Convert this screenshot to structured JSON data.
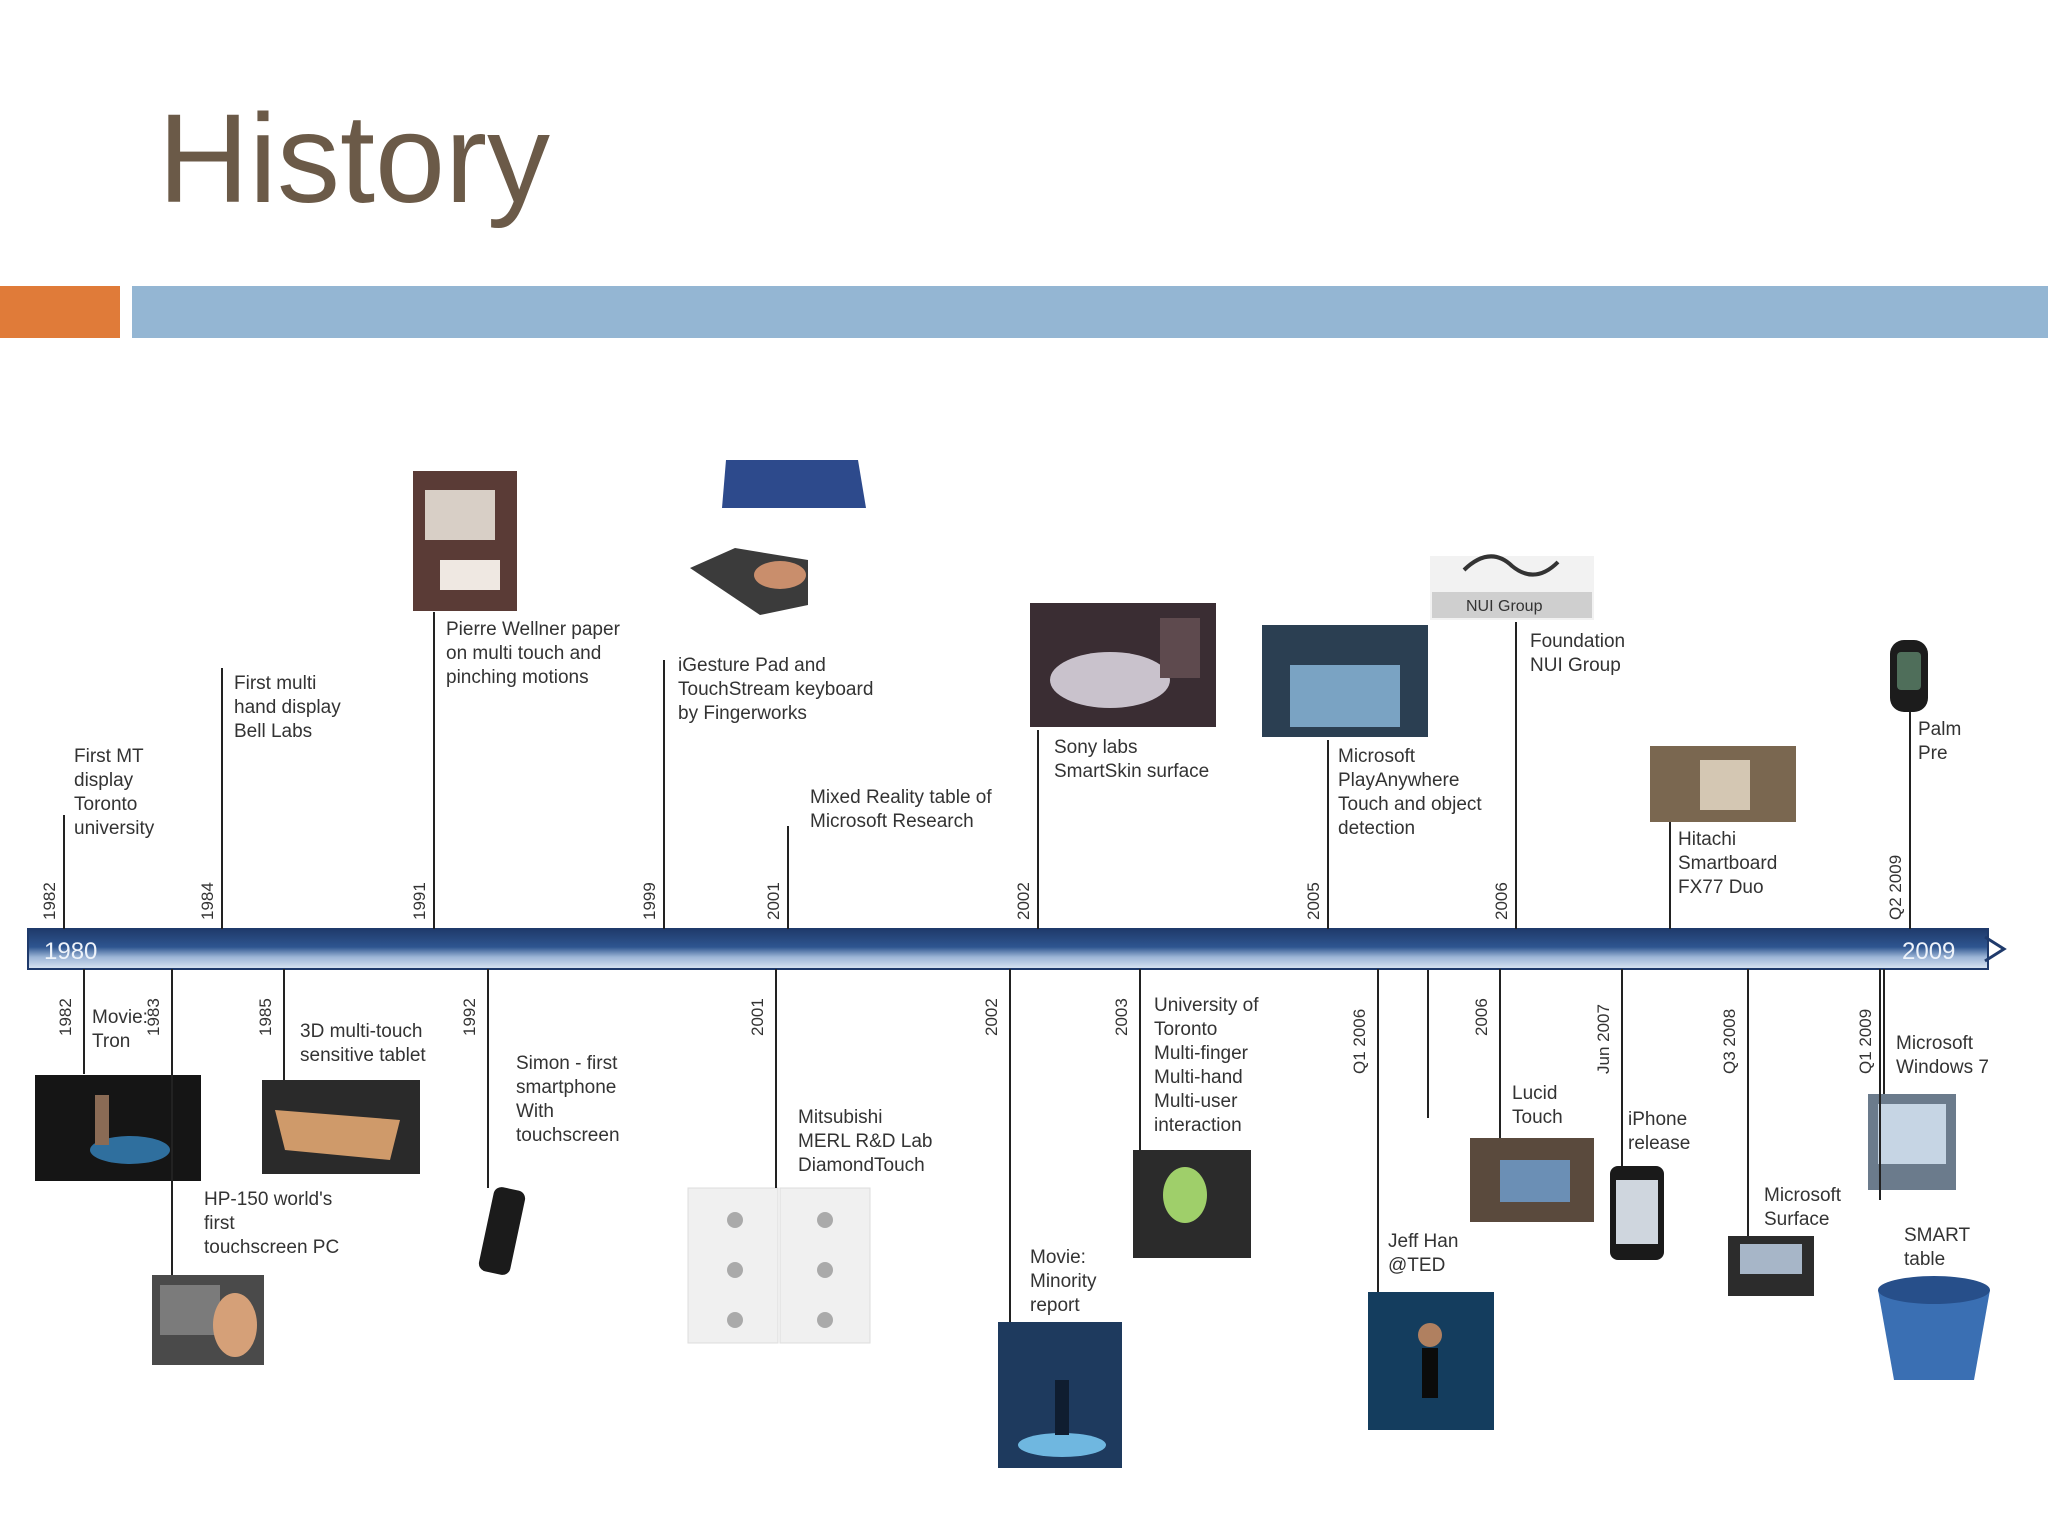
{
  "title": "History",
  "axis": {
    "start": "1980",
    "end": "2009"
  },
  "nui_group_logo_text": "NUI Group",
  "events_top": [
    {
      "year": "1982",
      "label": "First MT\ndisplay\nToronto\nuniversity"
    },
    {
      "year": "1984",
      "label": "First multi\nhand  display\nBell Labs"
    },
    {
      "year": "1991",
      "label": "Pierre Wellner paper\non multi touch and\npinching  motions"
    },
    {
      "year": "1999",
      "label": "iGesture Pad and\nTouchStream keyboard\nby Fingerworks"
    },
    {
      "year": "2001",
      "label": "Mixed Reality table of\nMicrosoft Research"
    },
    {
      "year": "2002",
      "label": "Sony labs\nSmartSkin surface"
    },
    {
      "year": "2005",
      "label": "Microsoft\nPlayAnywhere\nTouch and object\ndetection"
    },
    {
      "year": "2006",
      "label": "Foundation\nNUI Group"
    },
    {
      "year": "",
      "label": "Hitachi\nSmartboard\nFX77 Duo"
    },
    {
      "year": "Q2 2009",
      "label": "Palm\nPre"
    }
  ],
  "events_bottom": [
    {
      "year": "1982",
      "label": "Movie:\nTron"
    },
    {
      "year": "1983",
      "label": "HP-150 world's\nfirst\ntouchscreen PC"
    },
    {
      "year": "1985",
      "label": "3D multi-touch\nsensitive tablet"
    },
    {
      "year": "1992",
      "label": "Simon - first\nsmartphone\nWith\ntouchscreen"
    },
    {
      "year": "2001",
      "label": "Mitsubishi\nMERL R&D Lab\nDiamondTouch"
    },
    {
      "year": "2002",
      "label": "Movie:\nMinority\nreport"
    },
    {
      "year": "2003",
      "label": "University of\nToronto\nMulti-finger\nMulti-hand\nMulti-user\ninteraction"
    },
    {
      "year": "Q1 2006",
      "label": "Jeff Han\n@TED"
    },
    {
      "year": "2006",
      "label": "Lucid\nTouch"
    },
    {
      "year": "Jun 2007",
      "label": "iPhone\nrelease"
    },
    {
      "year": "Q3 2008",
      "label": "Microsoft\nSurface"
    },
    {
      "year": "Q1 2009",
      "label": "Microsoft\nWindows 7"
    },
    {
      "year": "",
      "label": "SMART\ntable"
    }
  ],
  "colors": {
    "axis_dark": "#1f3a6b",
    "axis_light": "#c7d6ea",
    "title": "#6b5a48",
    "accent_orange": "#e07b39",
    "accent_blue": "#94b6d3"
  }
}
